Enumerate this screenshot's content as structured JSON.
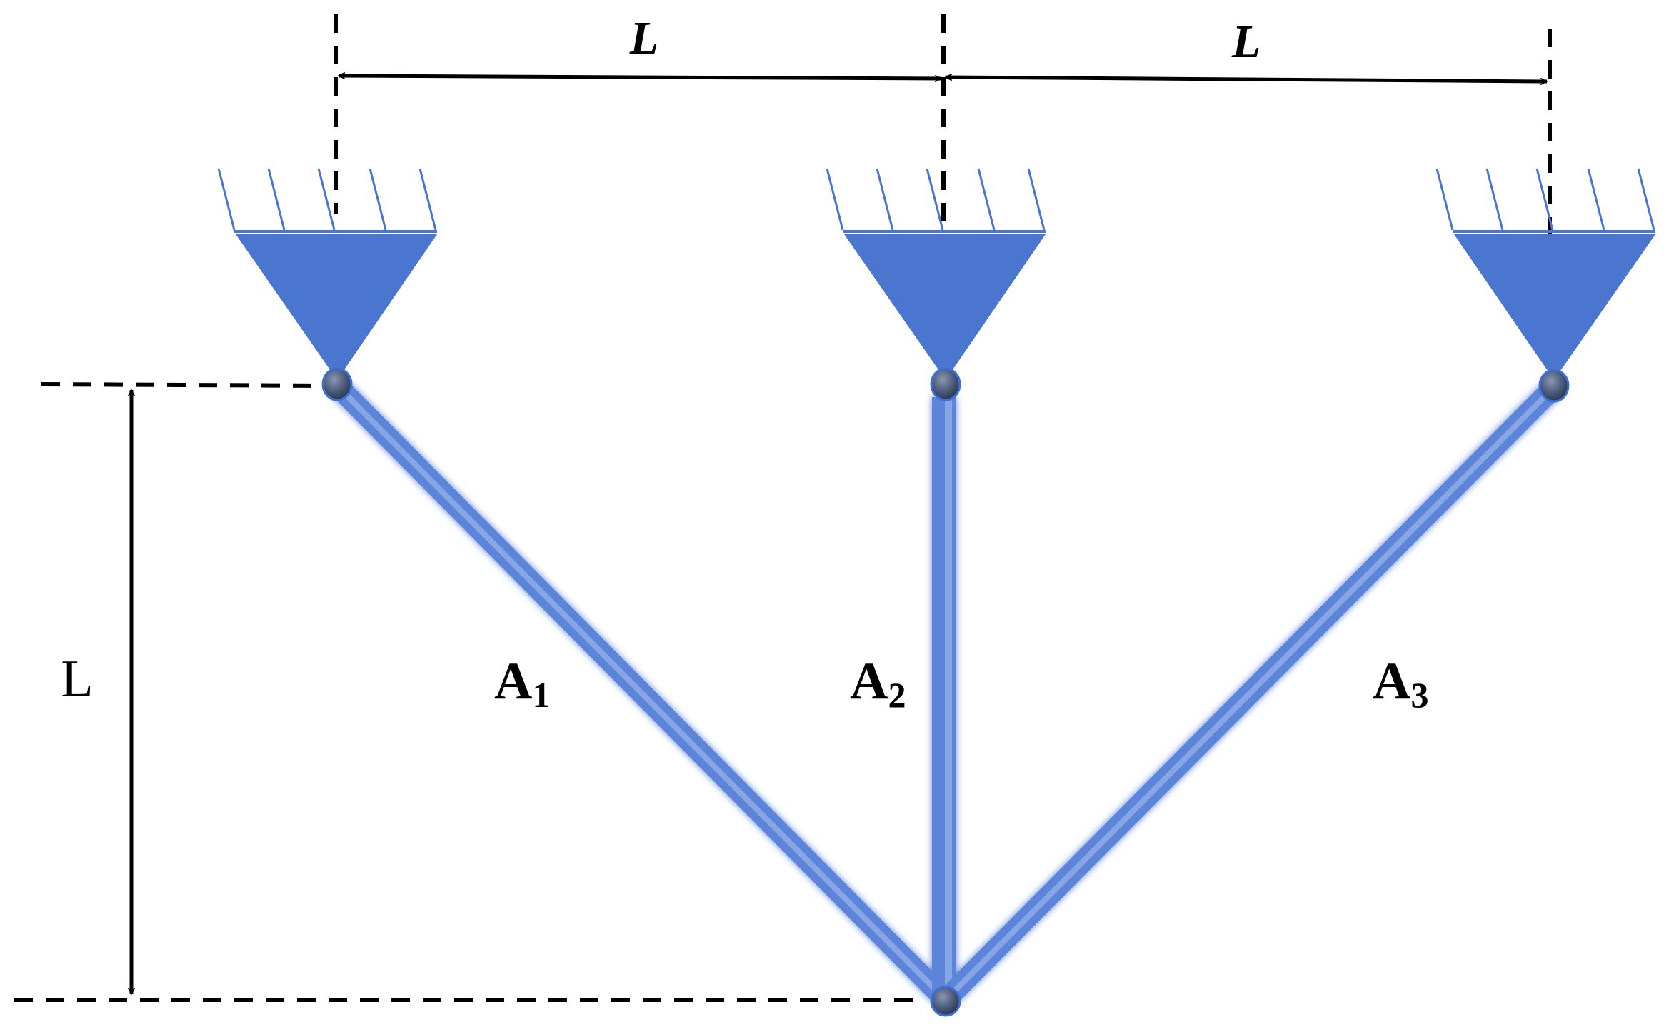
{
  "diagram": {
    "dimensions": {
      "top_left_span": "L",
      "top_right_span": "L",
      "vertical_height": "L"
    },
    "bars": [
      {
        "main": "A",
        "sub": "1"
      },
      {
        "main": "A",
        "sub": "2"
      },
      {
        "main": "A",
        "sub": "3"
      }
    ],
    "colors": {
      "support": "#4a76d0",
      "bar": "#5b84d8",
      "bar_highlight": "#86a6e6",
      "pin": "#4a5a7a",
      "line": "#000000"
    }
  }
}
